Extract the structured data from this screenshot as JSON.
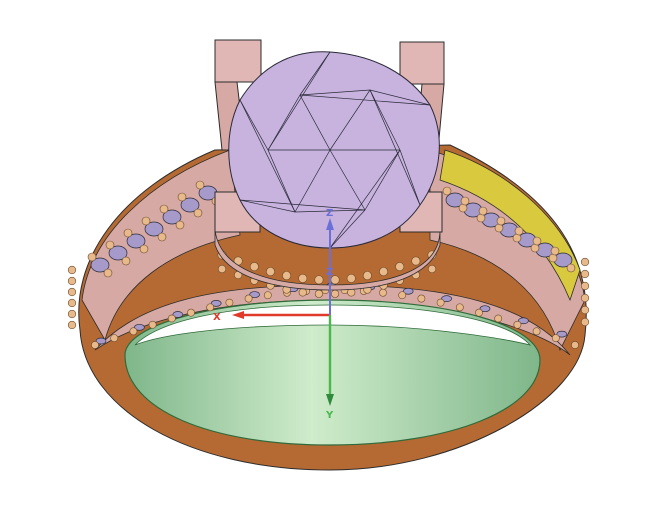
{
  "viewport": {
    "background": "#ffffff"
  },
  "model": {
    "band_outer_color": "#b56a33",
    "band_top_color": "#d7a9a4",
    "band_inner_color": "#b9ddb6",
    "band_inner_edge_color": "#2f6b3a",
    "prong_color": "#e0b7b4",
    "gem_color": "#c8b3de",
    "gem_edge_color": "#2a2a3a",
    "highlight_face_color": "#d8c93f",
    "bead_color": "#e7b98b",
    "side_stone_color": "#a59ac9"
  },
  "triad": {
    "x_label": "X",
    "y_label": "Y",
    "z_label": "Z",
    "x_color": "#e03a2a",
    "y_color": "#49b84e",
    "z_color": "#6a70d8"
  }
}
